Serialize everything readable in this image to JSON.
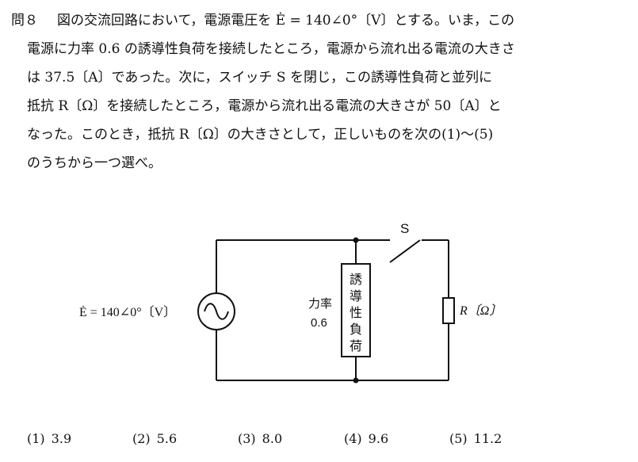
{
  "question": {
    "number": "問８",
    "lines": [
      "図の交流回路において，電源電圧を Ė = 140∠0°〔V〕とする。いま，この",
      "電源に力率 0.6 の誘導性負荷を接続したところ，電源から流れ出る電流の大きさ",
      "は 37.5〔A〕であった。次に，スイッチ S を閉じ，この誘導性負荷と並列に",
      "抵抗 R〔Ω〕を接続したところ，電源から流れ出る電流の大きさが 50〔A〕と",
      "なった。このとき，抵抗 R〔Ω〕の大きさとして，正しいものを次の(1)～(5)",
      "のうちから一つ選べ。"
    ]
  },
  "circuit": {
    "source_label": "Ė = 140∠0°〔V〕",
    "switch_label": "S",
    "load_pf_label": "力率",
    "load_pf_value": "0.6",
    "load_text": [
      "誘",
      "導",
      "性",
      "負",
      "荷"
    ],
    "resistor_label": "R〔Ω〕",
    "source_icon": "ac-source-icon"
  },
  "choices": [
    {
      "num": "(1)",
      "value": "3.9"
    },
    {
      "num": "(2)",
      "value": "5.6"
    },
    {
      "num": "(3)",
      "value": "8.0"
    },
    {
      "num": "(4)",
      "value": "9.6"
    },
    {
      "num": "(5)",
      "value": "11.2"
    }
  ],
  "colors": {
    "ink": "#111111",
    "background": "#ffffff"
  }
}
